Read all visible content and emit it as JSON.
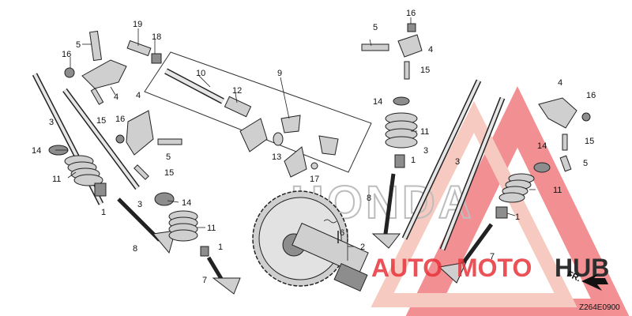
{
  "diagram": {
    "code": "Z264E0900",
    "front_indicator": "FR.",
    "callouts": [
      "1",
      "2",
      "3",
      "4",
      "5",
      "6",
      "7",
      "8",
      "9",
      "10",
      "11",
      "12",
      "13",
      "14",
      "15",
      "16",
      "17",
      "18",
      "19"
    ]
  },
  "watermark": {
    "brand_text": "HONDA",
    "logo_text_left": "AUTO",
    "logo_text_mid": "MOTO",
    "logo_text_right": "HUB",
    "accent": "#e8343a",
    "accent_light": "#f2a08f",
    "dark": "#2e2e2e"
  }
}
